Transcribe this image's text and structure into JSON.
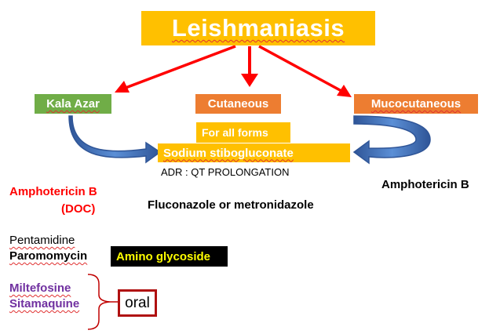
{
  "title": "Leishmaniasis",
  "categories": {
    "kala_azar": "Kala Azar",
    "cutaneous": "Cutaneous",
    "mucocutaneous": "Mucocutaneous"
  },
  "for_all_forms": "For all forms",
  "sodium_stibogluconate": "Sodium stibogluconate",
  "adr": "ADR : QT PROLONGATION",
  "amphotericin_left": "Amphotericin B",
  "doc": "(DOC)",
  "fluconazole": "Fluconazole or metronidazole",
  "amphotericin_right": "Amphotericin B",
  "pentamidine": "Pentamidine",
  "paromomycin": "Paromomycin",
  "amino_glycoside": "Amino glycoside",
  "miltefosine": "Miltefosine",
  "sitamaquine": "Sitamaquine",
  "oral": "oral",
  "colors": {
    "title_bg": "#ffc000",
    "green": "#70ad47",
    "orange": "#ed7d31",
    "red": "#ff0000",
    "blue": "#4472c4",
    "purple": "#7030a0"
  }
}
